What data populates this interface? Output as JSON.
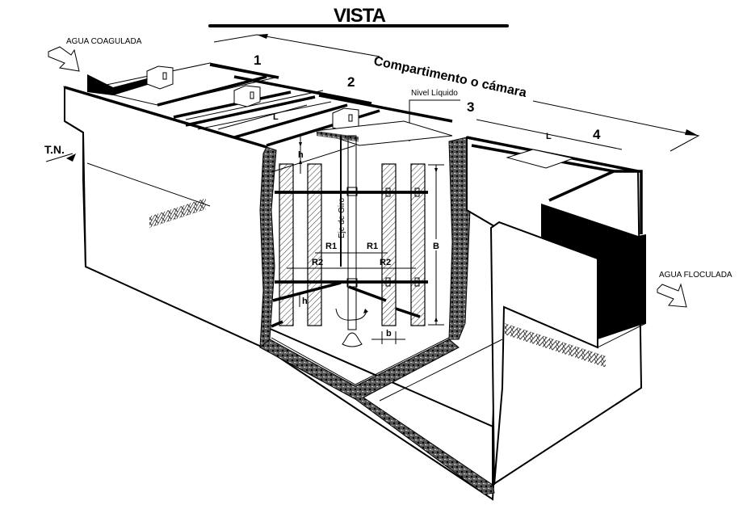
{
  "title": "VISTA",
  "labels": {
    "inlet": "AGUA COAGULADA",
    "outlet": "AGUA FLOCULADA",
    "ground": "T.N.",
    "compartment": "Compartimento o cámara",
    "liquid_level": "Nivel Líquido",
    "shaft": "Eje de Giro"
  },
  "compartments": [
    "1",
    "2",
    "3",
    "4"
  ],
  "dimensions": {
    "length": "L",
    "gap_top": "h",
    "gap_bottom": "h",
    "radius_inner": "R1",
    "radius_outer": "R2",
    "blade_height": "B",
    "blade_width": "b"
  },
  "colors": {
    "ink": "#000000",
    "paper": "#ffffff"
  }
}
